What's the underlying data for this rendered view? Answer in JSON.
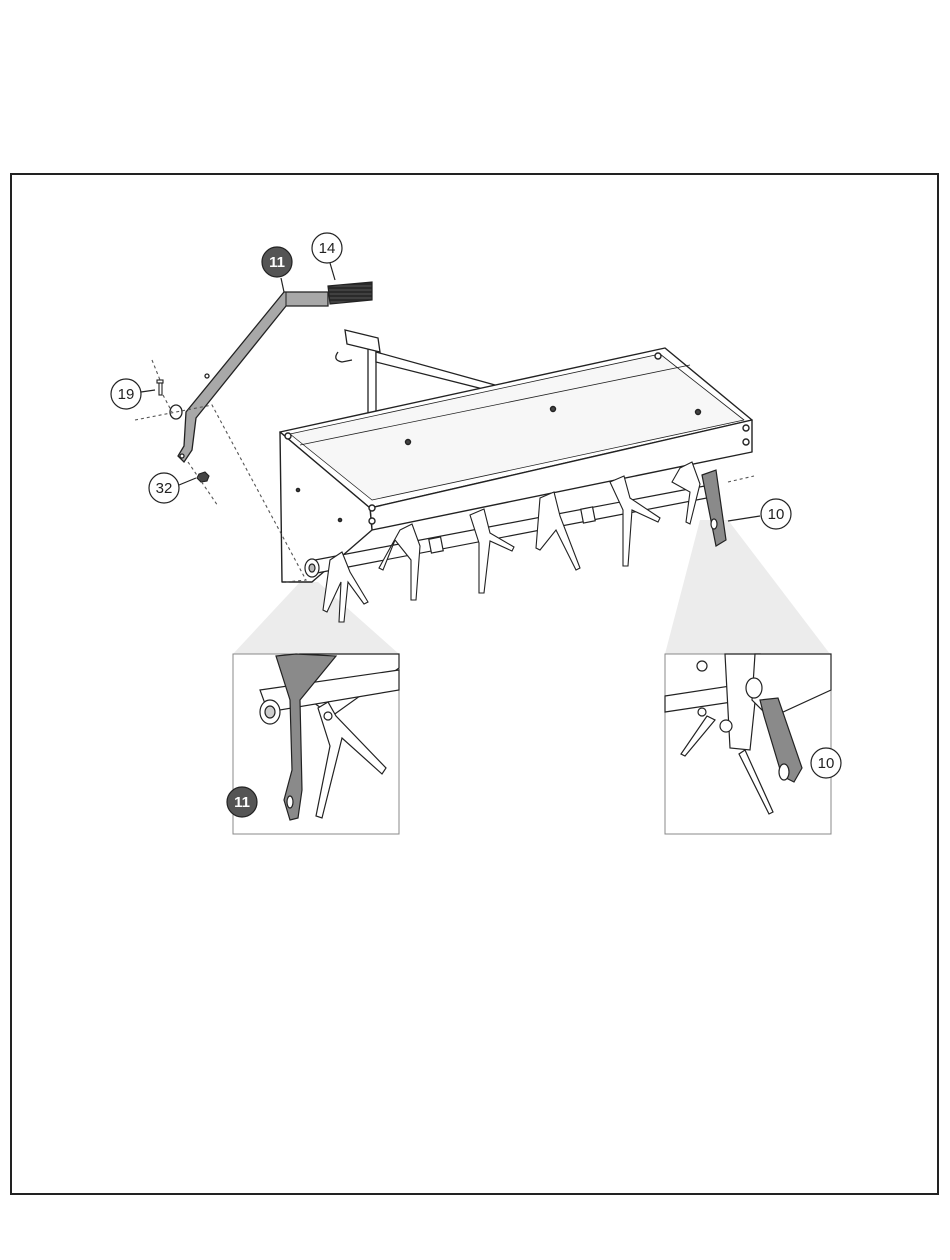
{
  "callouts": {
    "c11_main": "11",
    "c14": "14",
    "c19": "19",
    "c32": "32",
    "c10_main": "10",
    "c11_inset": "11",
    "c10_inset": "10"
  },
  "colors": {
    "filled_callout": "#555555",
    "line": "#222222",
    "shade": "#e9e9e9",
    "part_gray": "#8a8a8a",
    "grip": "#2a2a2a"
  }
}
